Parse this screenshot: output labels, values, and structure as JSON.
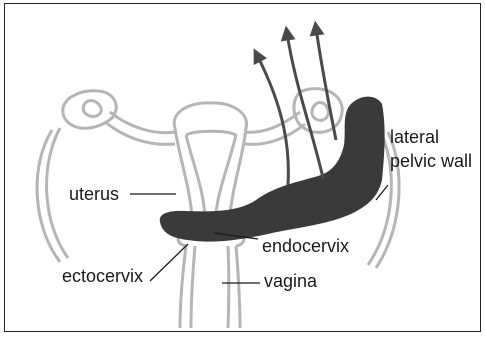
{
  "labels": {
    "lateral_pelvic_wall_line1": "lateral",
    "lateral_pelvic_wall_line2": "pelvic wall",
    "uterus": "uterus",
    "endocervix": "endocervix",
    "ectocervix": "ectocervix",
    "vagina": "vagina"
  },
  "colors": {
    "outline": "#b5b5b5",
    "tumor": "#3a3a3a",
    "arrow": "#4a4a4a",
    "leader": "#1a1a1a",
    "frame": "#222222"
  }
}
